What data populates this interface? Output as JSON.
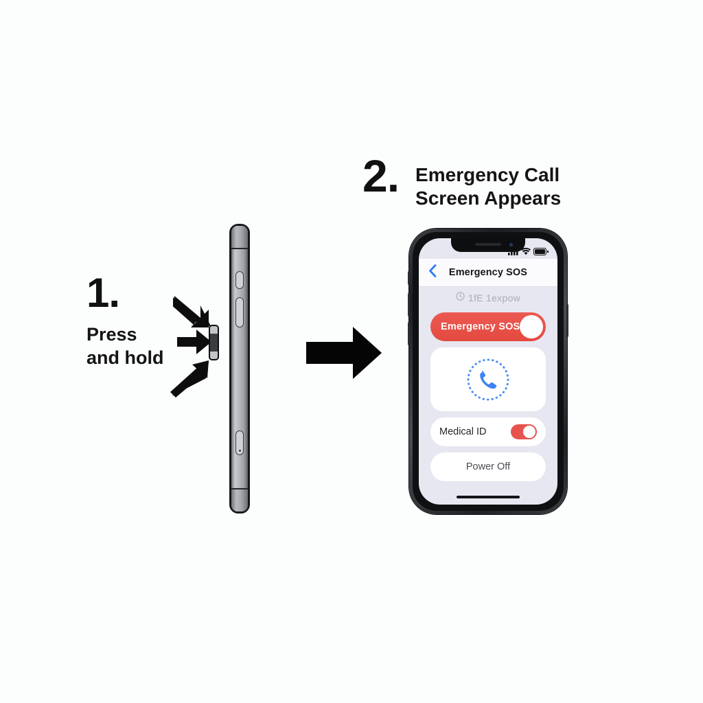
{
  "background_color": "#fcfdfd",
  "steps": [
    {
      "number": "1.",
      "line1": "Press",
      "line2": "and hold",
      "pointer_icons": [
        "arrow-down-right-icon",
        "arrow-right-icon",
        "arrow-up-right-icon"
      ],
      "target": "power-button"
    },
    {
      "number": "2.",
      "line1": "Emergency Call",
      "line2": "Screen Appears"
    }
  ],
  "transition": {
    "icon": "arrow-right-icon"
  },
  "side_phone": {
    "name": "iphone-side-view",
    "buttons": [
      "mute-switch",
      "volume-button",
      "sim-tray"
    ]
  },
  "phone": {
    "status_bar": {
      "cellular_icon": "cellular-bars-icon",
      "wifi_icon": "wifi-icon",
      "battery_icon": "battery-icon"
    },
    "nav": {
      "back_icon": "chevron-left-icon",
      "title": "Emergency SOS"
    },
    "subtitle": {
      "icon": "info-clock-icon",
      "text": "1fE 1expow"
    },
    "sos_slider": {
      "label": "Emergency SOS",
      "color": "#e8534d",
      "knob_position": "right"
    },
    "call_card": {
      "icon": "phone-handset-icon",
      "icon_color": "#3b82f6",
      "ring_style": "dotted"
    },
    "medical_id": {
      "label": "Medical ID",
      "toggle_state": "on",
      "toggle_color": "#e8534d"
    },
    "power_off": {
      "label": "Power Off"
    },
    "home_indicator": "home-indicator-bar"
  }
}
